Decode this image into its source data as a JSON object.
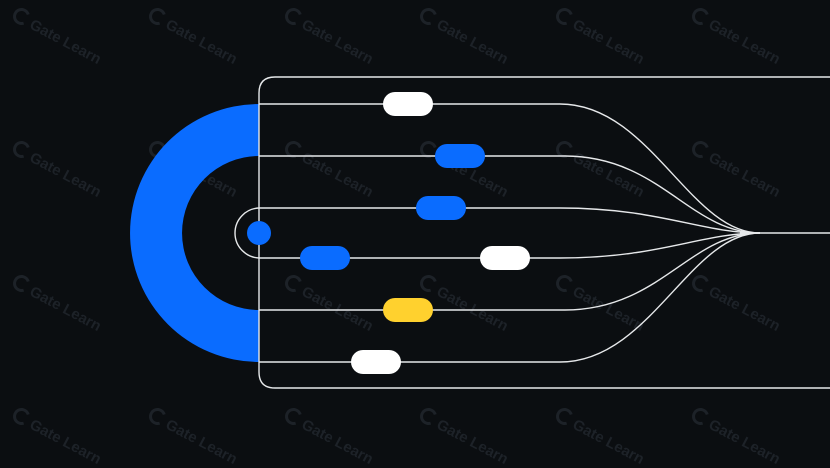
{
  "watermark": {
    "text": "Gate Learn"
  },
  "colors": {
    "background": "#0b0e11",
    "accent_blue": "#0a6cff",
    "pill_white": "#ffffff",
    "pill_yellow": "#ffd12e",
    "line": "#e6e8ea",
    "watermark": "#1d2228"
  },
  "pills": [
    {
      "color": "white"
    },
    {
      "color": "blue"
    },
    {
      "color": "blue"
    },
    {
      "color": "blue"
    },
    {
      "color": "white"
    },
    {
      "color": "yellow"
    },
    {
      "color": "white"
    }
  ]
}
